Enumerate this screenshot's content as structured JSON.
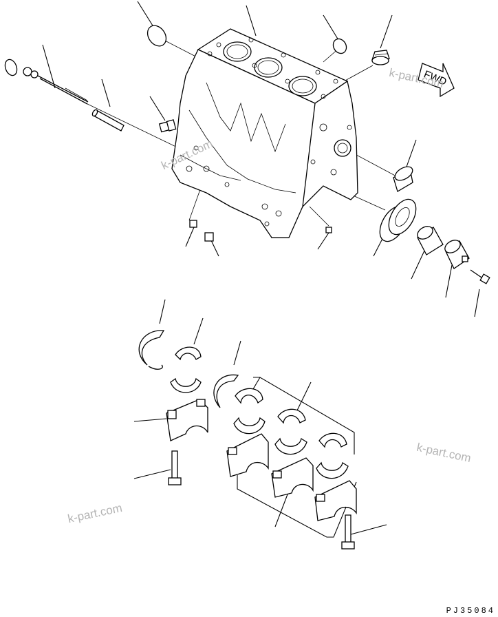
{
  "watermark": "k-part.com",
  "fwd_label": "FWD",
  "diagram_code": "PJ35084"
}
